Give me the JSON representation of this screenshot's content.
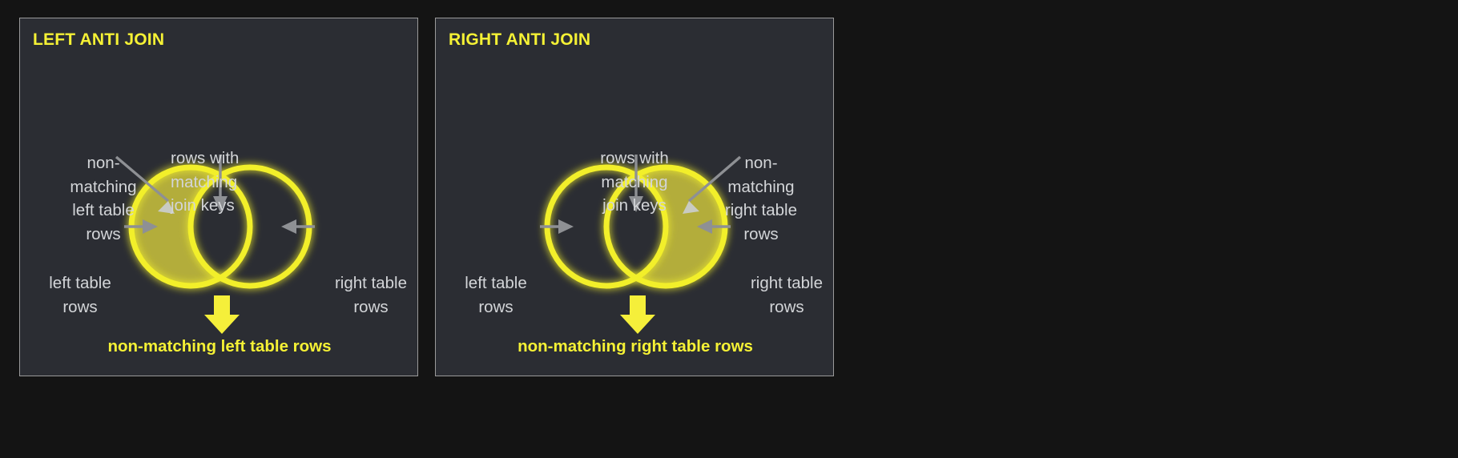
{
  "page": {
    "background_color": "#141414",
    "panel_background_color": "#2b2d33",
    "panel_border_color": "#9a9a9a",
    "accent_yellow": "#f5f135",
    "circle_stroke_color": "#f2ef2a",
    "circle_fill_color": "#b3ad3b",
    "label_text_color": "#d3d5d8",
    "arrow_color": "#8e9094"
  },
  "panels": [
    {
      "id": "left-anti-join",
      "title": "LEFT ANTI JOIN",
      "annotations": {
        "non_matching": "non-\nmatching\nleft table\nrows",
        "matching": "rows with\nmatching\njoin keys",
        "left_table": "left table\nrows",
        "right_table": "right table\nrows"
      },
      "caption": "non-matching left table rows",
      "highlight": "left-only"
    },
    {
      "id": "right-anti-join",
      "title": "RIGHT ANTI JOIN",
      "annotations": {
        "matching": "rows with\nmatching\njoin keys",
        "non_matching": "non-\nmatching\nright table\nrows",
        "left_table": "left table\nrows",
        "right_table": "right table\nrows"
      },
      "caption": "non-matching right table rows",
      "highlight": "right-only"
    }
  ]
}
